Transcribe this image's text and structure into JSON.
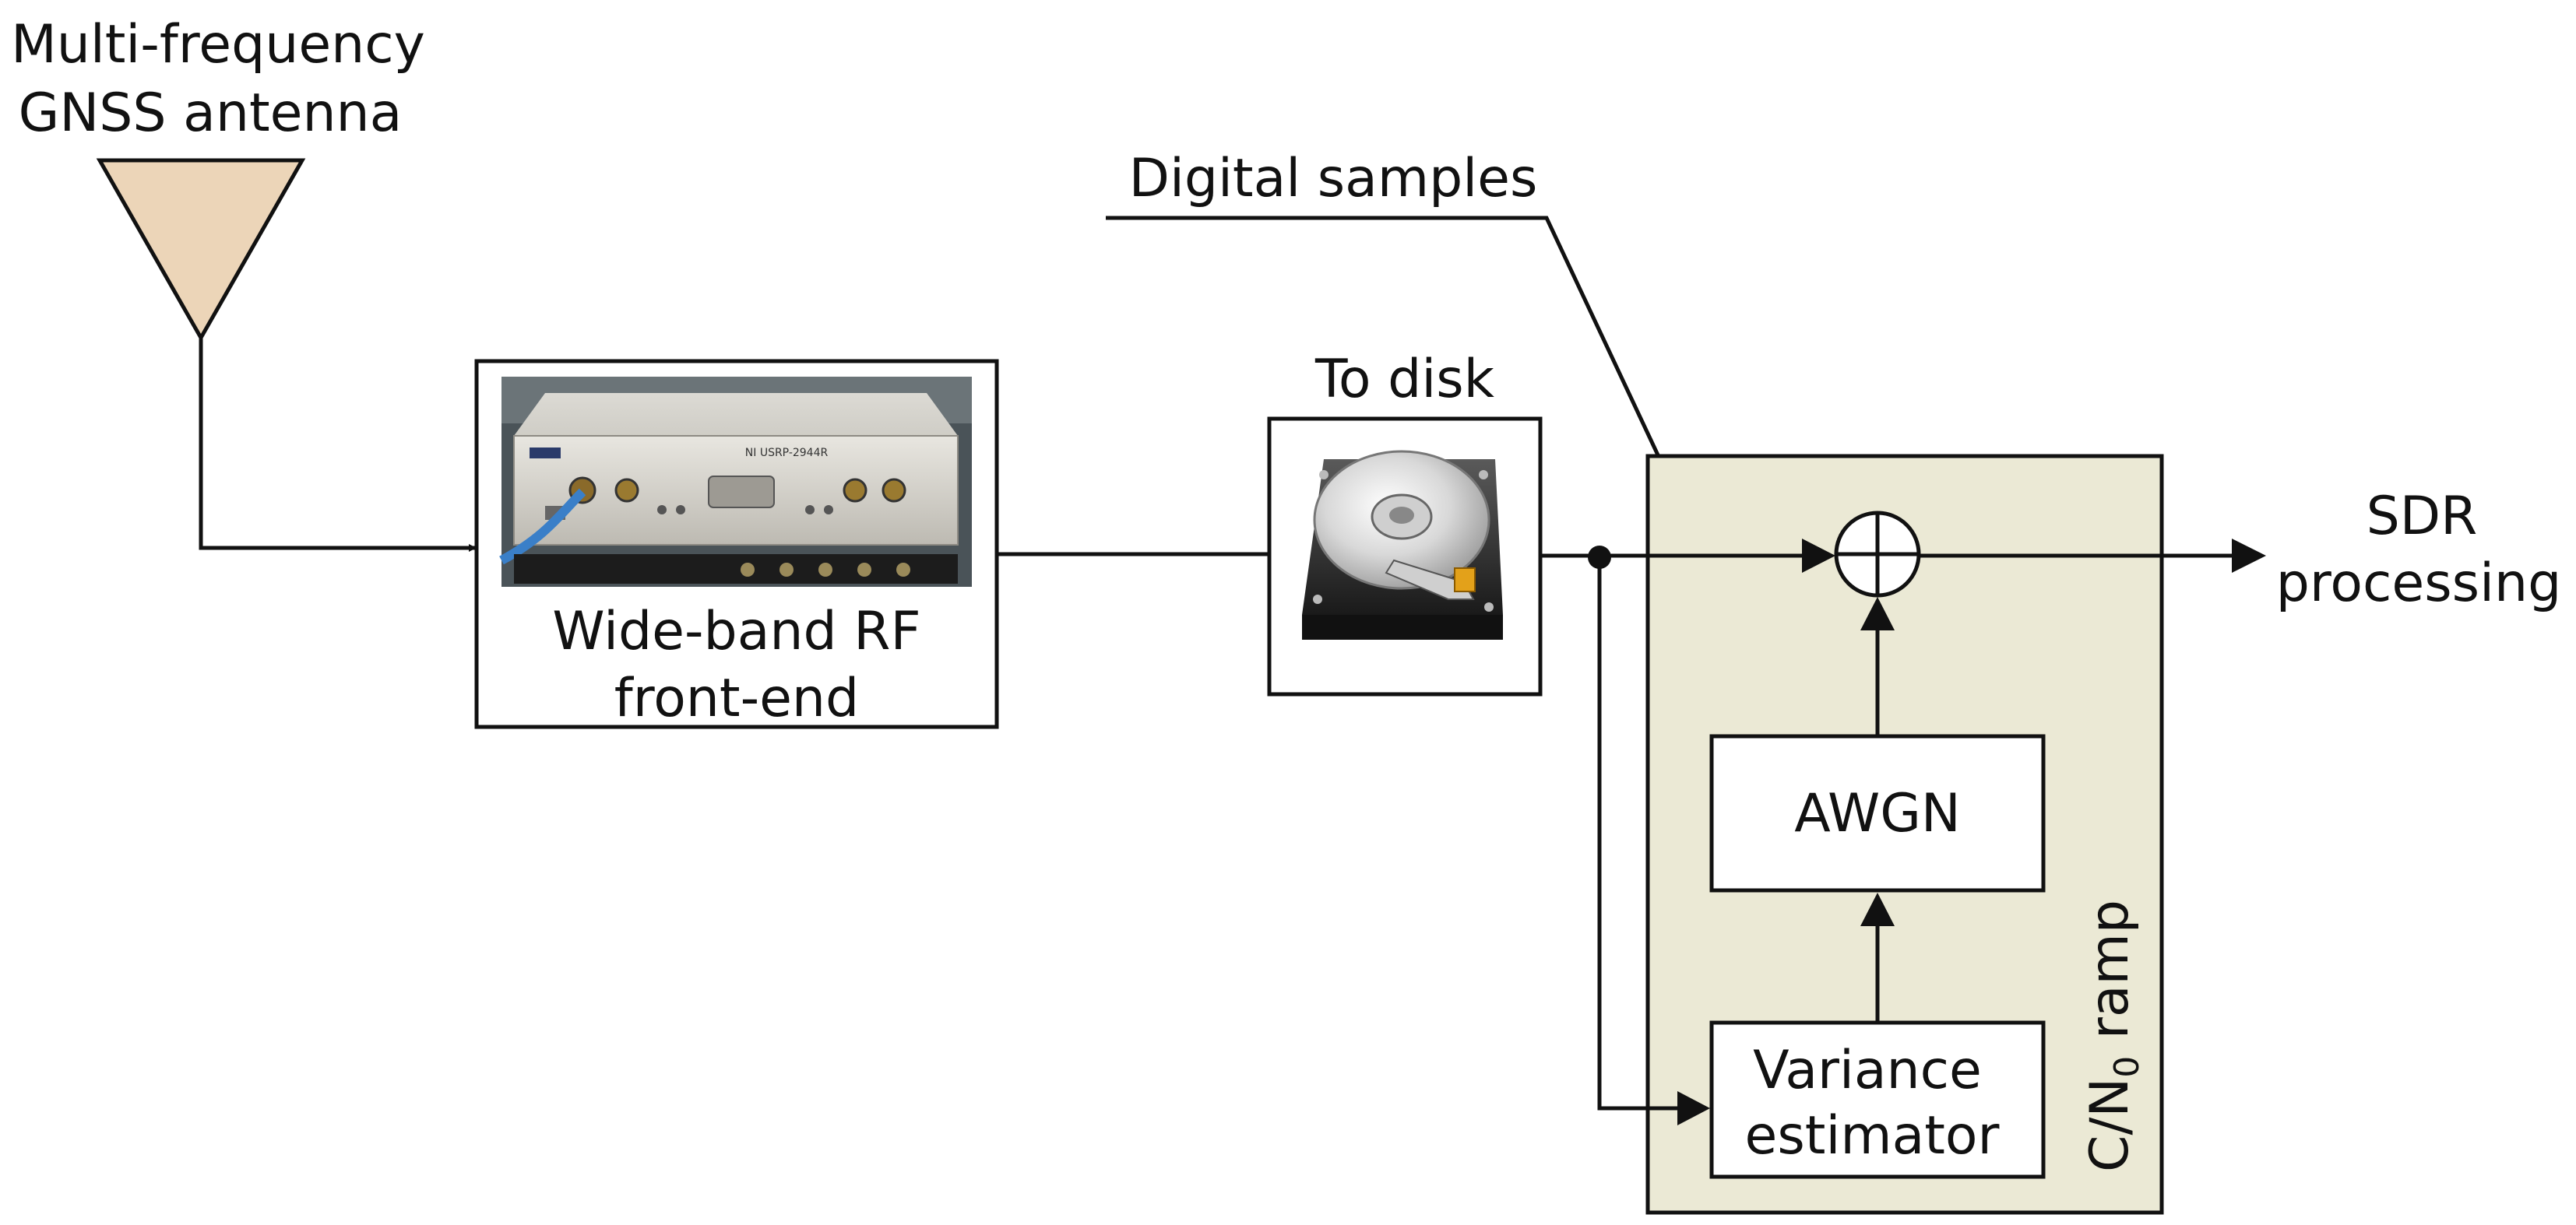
{
  "antenna": {
    "label_line1": "Multi-frequency",
    "label_line2": "GNSS antenna"
  },
  "frontend": {
    "photo_description_icon": "usrp-device-photo",
    "device_text": "NI USRP-2944R",
    "label_line1": "Wide-band RF",
    "label_line2": "front-end"
  },
  "disk": {
    "title": "To disk",
    "icon": "hard-disk-drive-icon"
  },
  "digital_samples": {
    "label": "Digital samples"
  },
  "ramp": {
    "label_prefix": "C/N",
    "label_sub": "0",
    "label_suffix": " ramp"
  },
  "awgn": {
    "label": "AWGN"
  },
  "variance": {
    "label_line1": "Variance",
    "label_line2": "estimator"
  },
  "output": {
    "label_line1": "SDR",
    "label_line2": "processing"
  },
  "colors": {
    "antenna_fill": "#ecd5b8",
    "ramp_fill": "#ebe9d5",
    "stroke": "#111111"
  }
}
